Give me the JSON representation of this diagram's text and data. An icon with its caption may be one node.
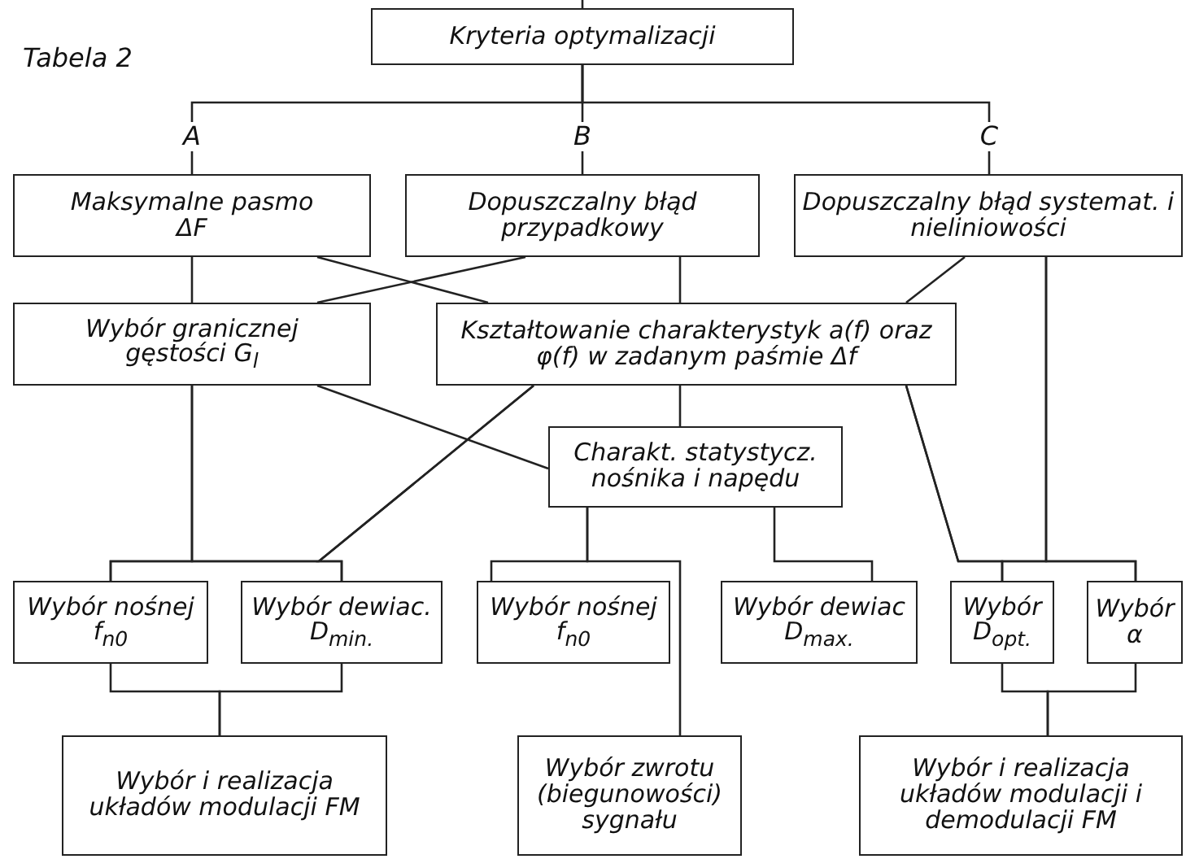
{
  "diagram": {
    "nodes": [
      {
        "text": [
          "Kryteria optymalizacji"
        ]
      },
      {
        "text": [
          "Maksymalne pasmo ΔF"
        ]
      },
      {
        "text": [
          "Dopuszczalny błąd przypadkowy"
        ]
      },
      {
        "text": [
          "Dopuszczalny błąd systemat. i nieliniowości"
        ]
      },
      {
        "text": [
          "Wybór granicznej gęstości G$_{l}$"
        ]
      },
      {
        "text": [
          "Kształtowanie charakterystyk a(f) oraz φ(f) w zadanym paśmie Δf"
        ]
      },
      {
        "text": [
          "Charakt. statystycz. nośnika i napędu"
        ]
      },
      {
        "text": [
          "Wybór nośnej f$_{n0}$"
        ]
      },
      {
        "text": [
          "Wybór dewiac. D$_{min.}$"
        ]
      },
      {
        "text": [
          "Wybór nośnej f$_{n0}$"
        ]
      },
      {
        "text": [
          "Wybór dewiac D$_{max.}$"
        ]
      },
      {
        "text": [
          "Wybór D$_{opt.}$"
        ]
      },
      {
        "text": [
          "Wybór α"
        ]
      },
      {
        "text": [
          "Wybór i realizacja układów modulacji FM"
        ]
      },
      {
        "text": [
          "Wybór zwrotu (biegunowości) sygnału"
        ]
      },
      {
        "text": [
          "Wybór i realizacja układów modulacji i demodulacji FM"
        ]
      }
    ],
    "edges": [
      {
        "from": null,
        "to": 0,
        "arrow": "none"
      },
      {
        "from": 0,
        "to": 1,
        "arrow": "none",
        "label": "A"
      },
      {
        "from": 0,
        "to": 2,
        "arrow": "none",
        "label": "B"
      },
      {
        "from": 0,
        "to": 3,
        "arrow": "none",
        "label": "C"
      },
      {
        "from": 1,
        "to": 4,
        "arrow": "none"
      },
      {
        "from": 1,
        "to": 5,
        "arrow": "none"
      },
      {
        "from": 2,
        "to": 4,
        "arrow": "none"
      },
      {
        "from": 2,
        "to": 5,
        "arrow": "none"
      },
      {
        "from": 3,
        "to": 5,
        "arrow": "none"
      },
      {
        "from": 3,
        "to": 11,
        "arrow": "none"
      },
      {
        "from": 3,
        "to": 12,
        "arrow": "none"
      },
      {
        "from": 4,
        "to": 7,
        "arrow": "none"
      },
      {
        "from": 4,
        "to": 8,
        "arrow": "none"
      },
      {
        "from": 4,
        "to": 6,
        "arrow": "none"
      },
      {
        "from": 5,
        "to": 6,
        "arrow": "none"
      },
      {
        "from": 5,
        "to": 7,
        "arrow": "none"
      },
      {
        "from": 5,
        "to": 8,
        "arrow": "none"
      },
      {
        "from": 5,
        "to": 11,
        "arrow": "none"
      },
      {
        "from": 5,
        "to": 12,
        "arrow": "none"
      },
      {
        "from": 6,
        "to": 9,
        "arrow": "none"
      },
      {
        "from": 6,
        "to": 10,
        "arrow": "none"
      },
      {
        "from": 6,
        "to": 14,
        "arrow": "none"
      },
      {
        "from": 7,
        "to": 13,
        "arrow": "none"
      },
      {
        "from": 8,
        "to": 13,
        "arrow": "none"
      },
      {
        "from": 11,
        "to": 15,
        "arrow": "none"
      },
      {
        "from": 12,
        "to": 15,
        "arrow": "none"
      }
    ],
    "labels": [
      "Tabela 2"
    ]
  }
}
